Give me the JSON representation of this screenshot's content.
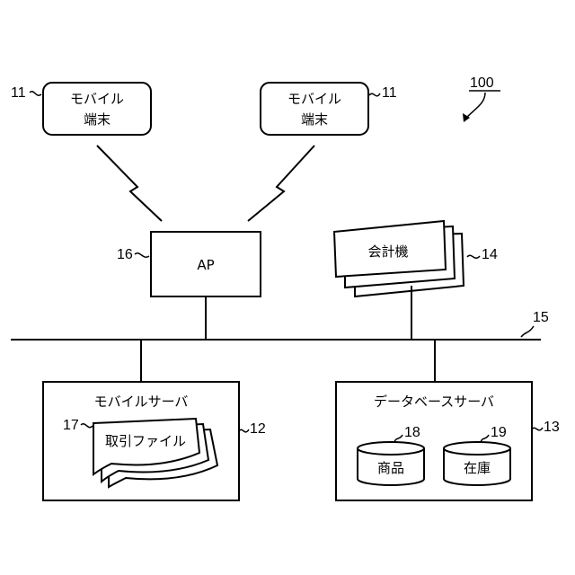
{
  "figure_ref": "100",
  "mobile_left": {
    "line1": "モバイル",
    "line2": "端末",
    "ref": "11"
  },
  "mobile_right": {
    "line1": "モバイル",
    "line2": "端末",
    "ref": "11"
  },
  "ap": {
    "label": "AP",
    "ref": "16"
  },
  "register": {
    "label": "会計機",
    "ref": "14"
  },
  "network": {
    "ref": "15"
  },
  "mobile_server": {
    "label": "モバイルサーバ",
    "ref": "12",
    "file_label": "取引ファイル",
    "file_ref": "17"
  },
  "db_server": {
    "label": "データベースサーバ",
    "ref": "13",
    "db_products": {
      "label": "商品",
      "ref": "18"
    },
    "db_stock": {
      "label": "在庫",
      "ref": "19"
    }
  }
}
